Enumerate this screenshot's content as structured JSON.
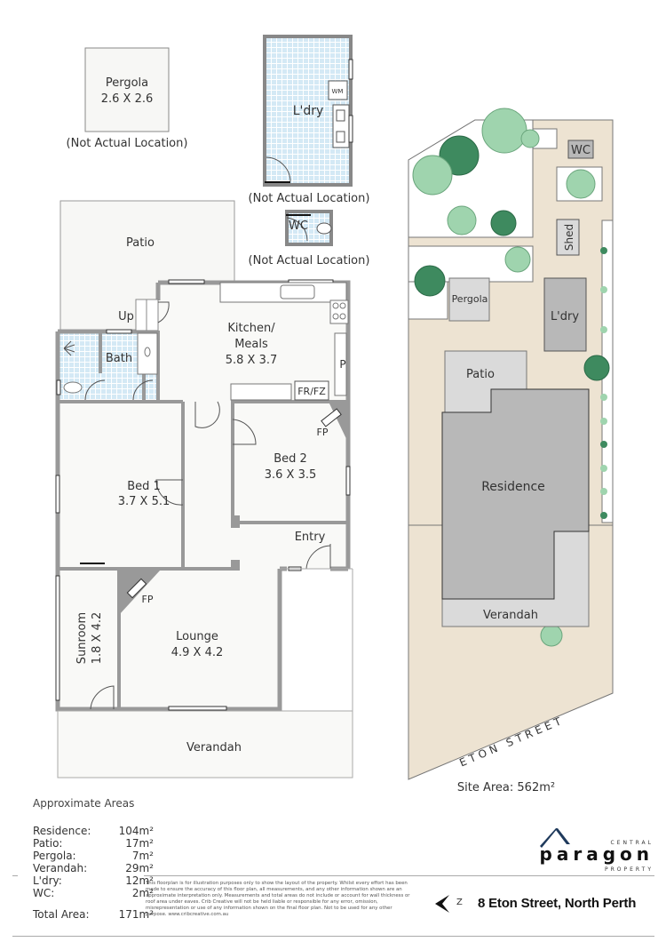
{
  "floorplan": {
    "detached": {
      "pergola": {
        "name": "Pergola",
        "dims": "2.6 X 2.6",
        "note": "(Not Actual Location)"
      },
      "laundry": {
        "name": "L'dry",
        "fixture": "WM",
        "note": "(Not Actual Location)"
      },
      "wc": {
        "name": "WC",
        "note": "(Not Actual Location)"
      }
    },
    "rooms": {
      "patio": {
        "name": "Patio"
      },
      "up": {
        "name": "Up"
      },
      "bath": {
        "name": "Bath"
      },
      "kitchen": {
        "name_line1": "Kitchen/",
        "name_line2": "Meals",
        "dims": "5.8 X 3.7"
      },
      "pantry": {
        "name": "P"
      },
      "fridge": {
        "name": "FR/FZ"
      },
      "bed1": {
        "name": "Bed 1",
        "dims": "3.7 X 5.1"
      },
      "bed2": {
        "name": "Bed 2",
        "dims": "3.6 X 3.5"
      },
      "fireplace_bed2": {
        "name": "FP"
      },
      "entry": {
        "name": "Entry"
      },
      "lounge": {
        "name": "Lounge",
        "dims": "4.9 X 4.2"
      },
      "fireplace_lounge": {
        "name": "FP"
      },
      "sunroom": {
        "name": "Sunroom",
        "dims": "1.8 X 4.2"
      },
      "verandah": {
        "name": "Verandah"
      }
    }
  },
  "site_plan": {
    "labels": {
      "wc": "WC",
      "shed": "Shed",
      "pergola": "Pergola",
      "laundry": "L'dry",
      "patio": "Patio",
      "residence": "Residence",
      "verandah": "Verandah"
    },
    "street": "ETON STREET",
    "site_area": "Site Area: 562m²",
    "colors": {
      "ground": "#ede3d2",
      "residence": "#b8b8b8",
      "outbuilding": "#dadada",
      "tree_light": "#9fd4ae",
      "tree_dark": "#3e8a5f"
    }
  },
  "areas": {
    "title": "Approximate Areas",
    "rows": [
      {
        "label": "Residence:",
        "value": "104m²"
      },
      {
        "label": "Patio:",
        "value": "17m²"
      },
      {
        "label": "Pergola:",
        "value": "7m²"
      },
      {
        "label": "Verandah:",
        "value": "29m²"
      },
      {
        "label": "L'dry:",
        "value": "12m²"
      },
      {
        "label": "WC:",
        "value": "2m²"
      }
    ],
    "total": {
      "label": "Total Area:",
      "value": "171m²"
    }
  },
  "disclaimer": "This floorplan is for illustration purposes only to show the layout of the property. Whilst every effort has been made to ensure the accuracy of this floor plan, all measurements, and any other information shown are an approximate interpretation only. Measurements and total areas do not include or account for wall thickness or roof area under eaves. Crib Creative will not be held liable or responsible for any error, omission, misrepresentation or use of any information shown on the final floor plan. Not to be used for any other purpose. www.cribcreative.com.au",
  "brand": {
    "top": "CENTRAL",
    "name": "paragon",
    "bottom": "PROPERTY",
    "accent": "#1f3a5c"
  },
  "compass": {
    "icon": "north-arrow-icon",
    "label": "Z"
  },
  "address": "8 Eton Street, North Perth"
}
